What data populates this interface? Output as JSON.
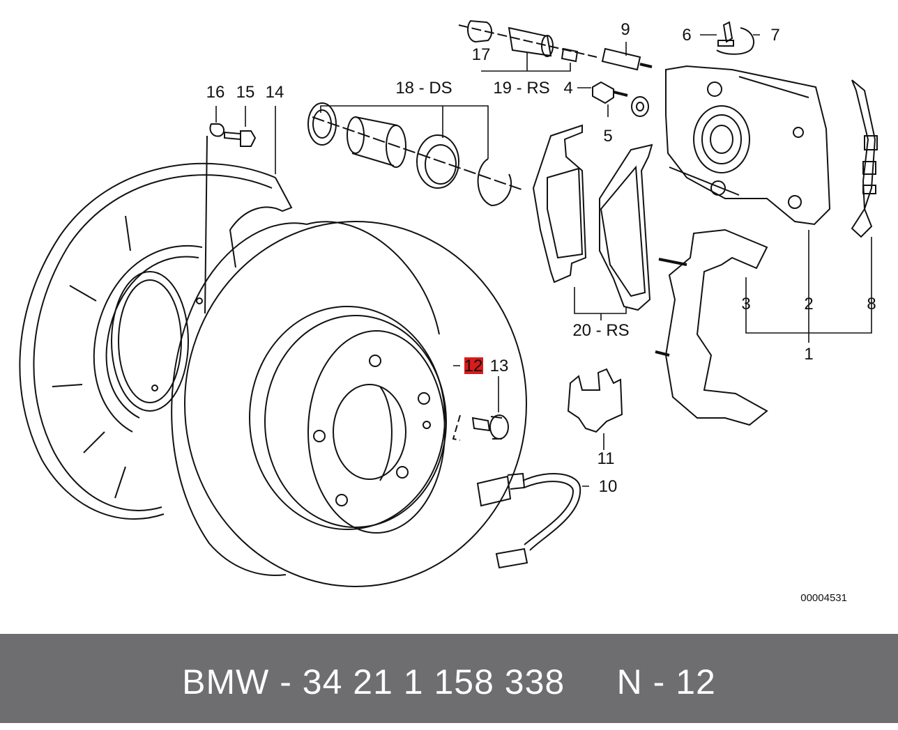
{
  "diagram": {
    "callouts": [
      {
        "id": "1",
        "text": "1"
      },
      {
        "id": "2",
        "text": "2"
      },
      {
        "id": "3",
        "text": "3"
      },
      {
        "id": "4",
        "text": "4"
      },
      {
        "id": "5",
        "text": "5"
      },
      {
        "id": "6",
        "text": "6"
      },
      {
        "id": "7",
        "text": "7"
      },
      {
        "id": "8",
        "text": "8"
      },
      {
        "id": "9",
        "text": "9"
      },
      {
        "id": "10",
        "text": "10"
      },
      {
        "id": "11",
        "text": "11"
      },
      {
        "id": "12",
        "text": "12",
        "highlighted": true
      },
      {
        "id": "13",
        "text": "13"
      },
      {
        "id": "14",
        "text": "14"
      },
      {
        "id": "15",
        "text": "15"
      },
      {
        "id": "16",
        "text": "16"
      },
      {
        "id": "17",
        "text": "17"
      },
      {
        "id": "18",
        "text": "18 - DS"
      },
      {
        "id": "19",
        "text": "19 - RS"
      },
      {
        "id": "20",
        "text": "20 - RS"
      }
    ],
    "drawing_number": "00004531",
    "highlight_color": "#d81b1b"
  },
  "footer": {
    "text": "BMW - 34 21 1 158 338     N - 12",
    "background": "#6e6e70"
  }
}
